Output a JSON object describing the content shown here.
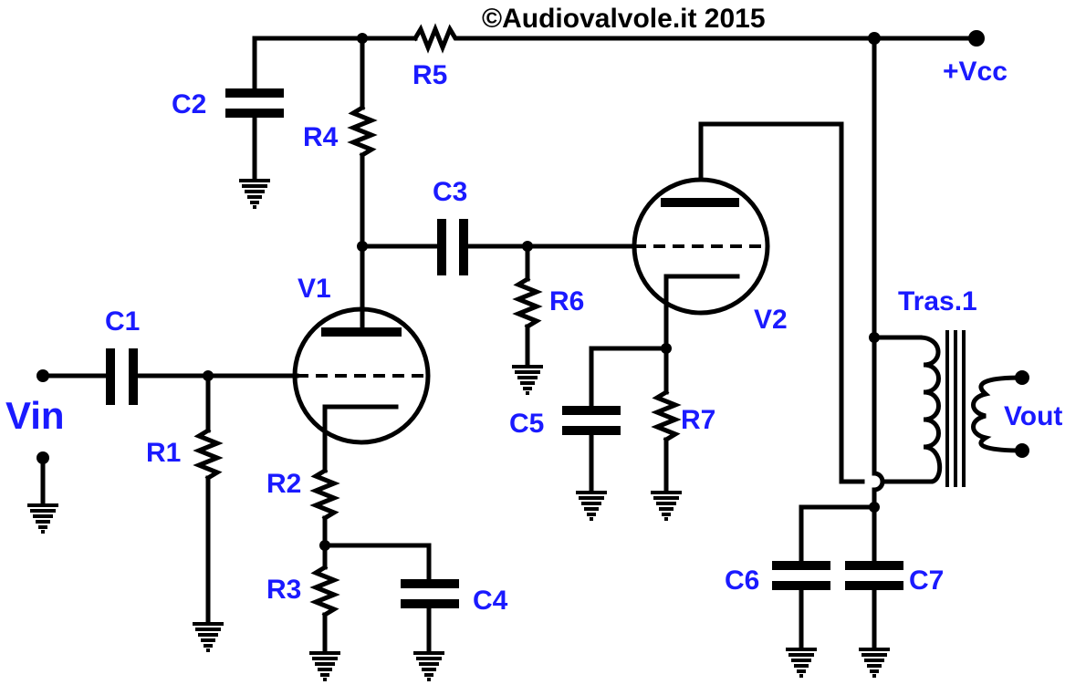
{
  "title": "©Audiovalvole.it 2015",
  "labels": {
    "c1": "C1",
    "c2": "C2",
    "c3": "C3",
    "c4": "C4",
    "c5": "C5",
    "c6": "C6",
    "c7": "C7",
    "r1": "R1",
    "r2": "R2",
    "r3": "R3",
    "r4": "R4",
    "r5": "R5",
    "r6": "R6",
    "r7": "R7",
    "v1": "V1",
    "v2": "V2",
    "vin": "Vin",
    "vout": "Vout",
    "vcc": "+Vcc",
    "tras": "Tras.1"
  },
  "colors": {
    "label": "#1a1aff",
    "line": "#000000"
  }
}
